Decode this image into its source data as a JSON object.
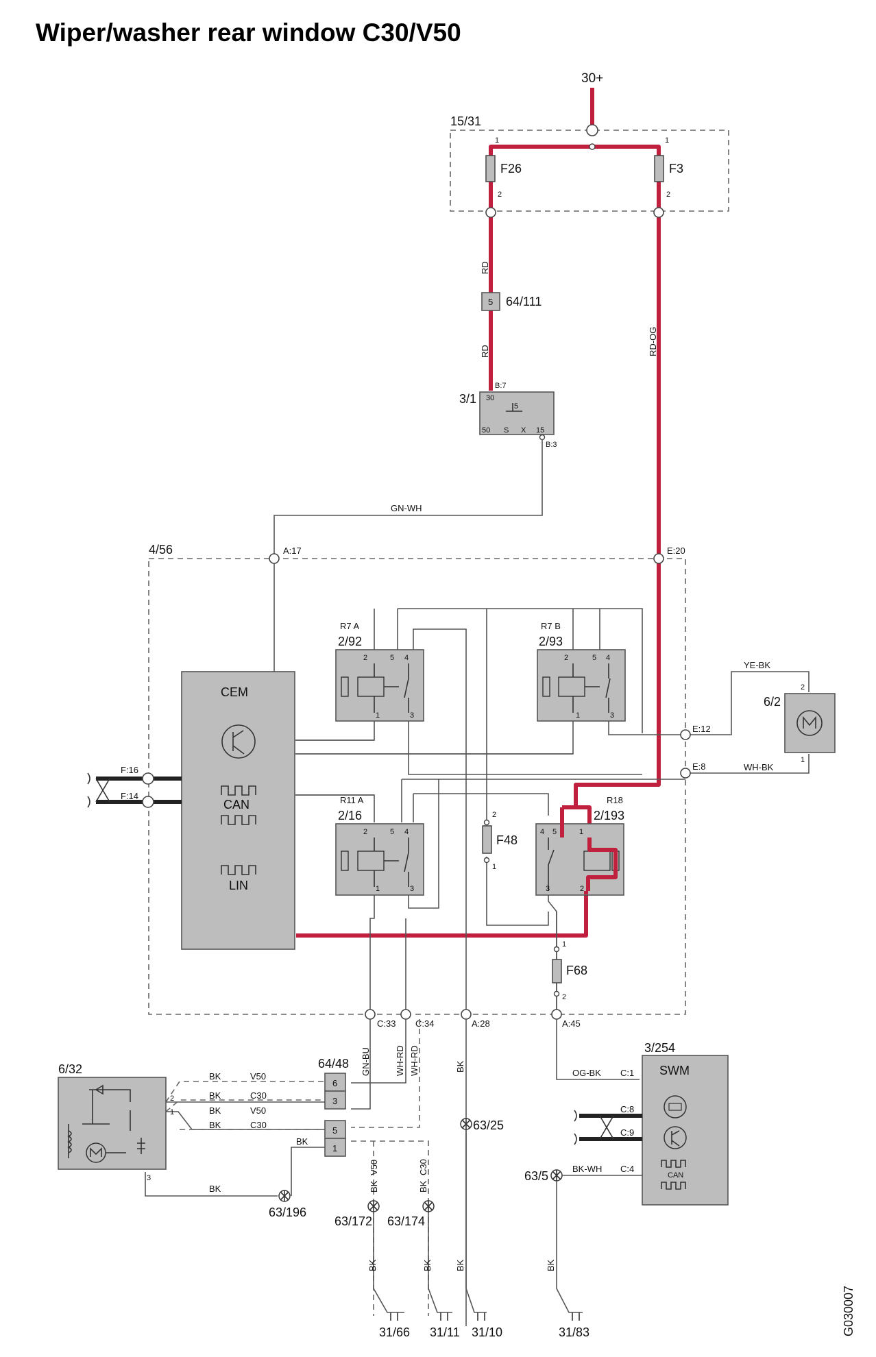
{
  "title": "Wiper/washer rear window C30/V50",
  "drawing_id": "G030007",
  "supply": "30+",
  "fusebox": {
    "ref": "15/31",
    "f26": "F26",
    "f3": "F3",
    "pin_in": "1",
    "pin_out": "2"
  },
  "connector_64_111": {
    "ref": "64/111",
    "pin": "5"
  },
  "ignition": {
    "ref": "3/1",
    "pin_in": "B:7",
    "pin_out": "B:3",
    "t30": "30",
    "t5": "5",
    "t50": "50",
    "ts": "S",
    "tx": "X",
    "t15": "15"
  },
  "wire_colors": {
    "rd_1": "RD",
    "rd_2": "RD",
    "rd_og": "RD-OG",
    "gn_wh": "GN-WH",
    "ye_bk": "YE-BK",
    "wh_bk": "WH-BK",
    "gn_bu": "GN-BU",
    "wh_rd_1": "WH-RD",
    "wh_rd_2": "WH-RD",
    "bk": "BK",
    "og_bk": "OG-BK",
    "bk_wh": "BK-WH",
    "v50": "V50",
    "c30": "C30"
  },
  "cem": {
    "ref": "4/56",
    "label": "CEM",
    "can": "CAN",
    "lin": "LIN",
    "pins": {
      "a17": "A:17",
      "e20": "E:20",
      "e12": "E:12",
      "e8": "E:8",
      "f16": "F:16",
      "f14": "F:14",
      "c33": "C:33",
      "c34": "C:34",
      "a28": "A:28",
      "a45": "A:45"
    }
  },
  "relays": {
    "r7a": {
      "name": "R7 A",
      "ref": "2/92"
    },
    "r7b": {
      "name": "R7 B",
      "ref": "2/93"
    },
    "r11a": {
      "name": "R11 A",
      "ref": "2/16"
    },
    "r18": {
      "name": "R18",
      "ref": "2/193"
    },
    "pins": {
      "p1": "1",
      "p2": "2",
      "p3": "3",
      "p4": "4",
      "p5": "5"
    }
  },
  "fuses": {
    "f48": "F48",
    "f68": "F68"
  },
  "motor_6_2": {
    "ref": "6/2",
    "pin1": "1",
    "pin2": "2"
  },
  "motor_6_32": {
    "ref": "6/32",
    "pin1": "1",
    "pin2": "2",
    "pin3": "3"
  },
  "connector_64_48": {
    "ref": "64/48",
    "pins": [
      "6",
      "3",
      "5",
      "1"
    ]
  },
  "swm": {
    "ref": "3/254",
    "label": "SWM",
    "c1": "C:1",
    "c8": "C:8",
    "c9": "C:9",
    "c4": "C:4",
    "can": "CAN"
  },
  "splices": {
    "s63_25": "63/25",
    "s63_196": "63/196",
    "s63_172": "63/172",
    "s63_174": "63/174",
    "s63_5": "63/5"
  },
  "grounds": {
    "g31_66": "31/66",
    "g31_11": "31/11",
    "g31_10": "31/10",
    "g31_83": "31/83"
  }
}
